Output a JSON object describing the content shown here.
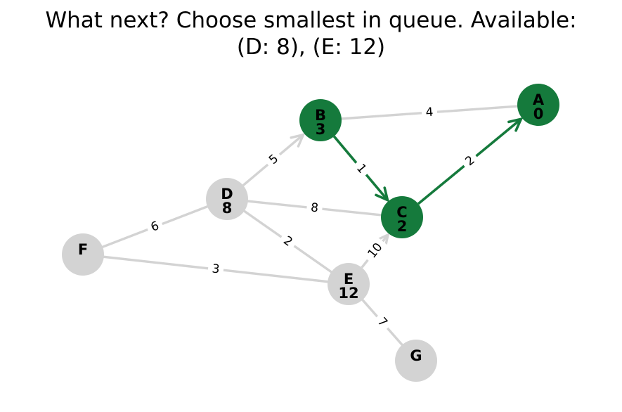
{
  "title": {
    "line1": "What next? Choose smallest in queue. Available:",
    "line2": "(D: 8), (E: 12)"
  },
  "colors": {
    "visited": "#157a3c",
    "unvisited": "#d3d3d3",
    "edge_default": "#d3d3d3",
    "edge_tree": "#157a3c",
    "text": "#000000",
    "background": "#ffffff"
  },
  "nodes": [
    {
      "id": "A",
      "name": "A",
      "dist": "0",
      "state": "visited"
    },
    {
      "id": "B",
      "name": "B",
      "dist": "3",
      "state": "visited"
    },
    {
      "id": "C",
      "name": "C",
      "dist": "2",
      "state": "visited"
    },
    {
      "id": "D",
      "name": "D",
      "dist": "8",
      "state": "unvisited"
    },
    {
      "id": "E",
      "name": "E",
      "dist": "12",
      "state": "unvisited"
    },
    {
      "id": "F",
      "name": "F",
      "dist": "",
      "state": "unvisited"
    },
    {
      "id": "G",
      "name": "G",
      "dist": "",
      "state": "unvisited"
    }
  ],
  "edges": [
    {
      "from": "B",
      "to": "A",
      "weight": "4",
      "directed": false,
      "tree": false
    },
    {
      "from": "B",
      "to": "C",
      "weight": "1",
      "directed": true,
      "tree": true
    },
    {
      "from": "C",
      "to": "A",
      "weight": "2",
      "directed": true,
      "tree": true
    },
    {
      "from": "D",
      "to": "B",
      "weight": "5",
      "directed": true,
      "tree": false
    },
    {
      "from": "D",
      "to": "C",
      "weight": "8",
      "directed": false,
      "tree": false
    },
    {
      "from": "D",
      "to": "E",
      "weight": "2",
      "directed": false,
      "tree": false
    },
    {
      "from": "F",
      "to": "D",
      "weight": "6",
      "directed": false,
      "tree": false
    },
    {
      "from": "F",
      "to": "E",
      "weight": "3",
      "directed": false,
      "tree": false
    },
    {
      "from": "E",
      "to": "C",
      "weight": "10",
      "directed": true,
      "tree": false
    },
    {
      "from": "E",
      "to": "G",
      "weight": "7",
      "directed": false,
      "tree": false
    }
  ]
}
